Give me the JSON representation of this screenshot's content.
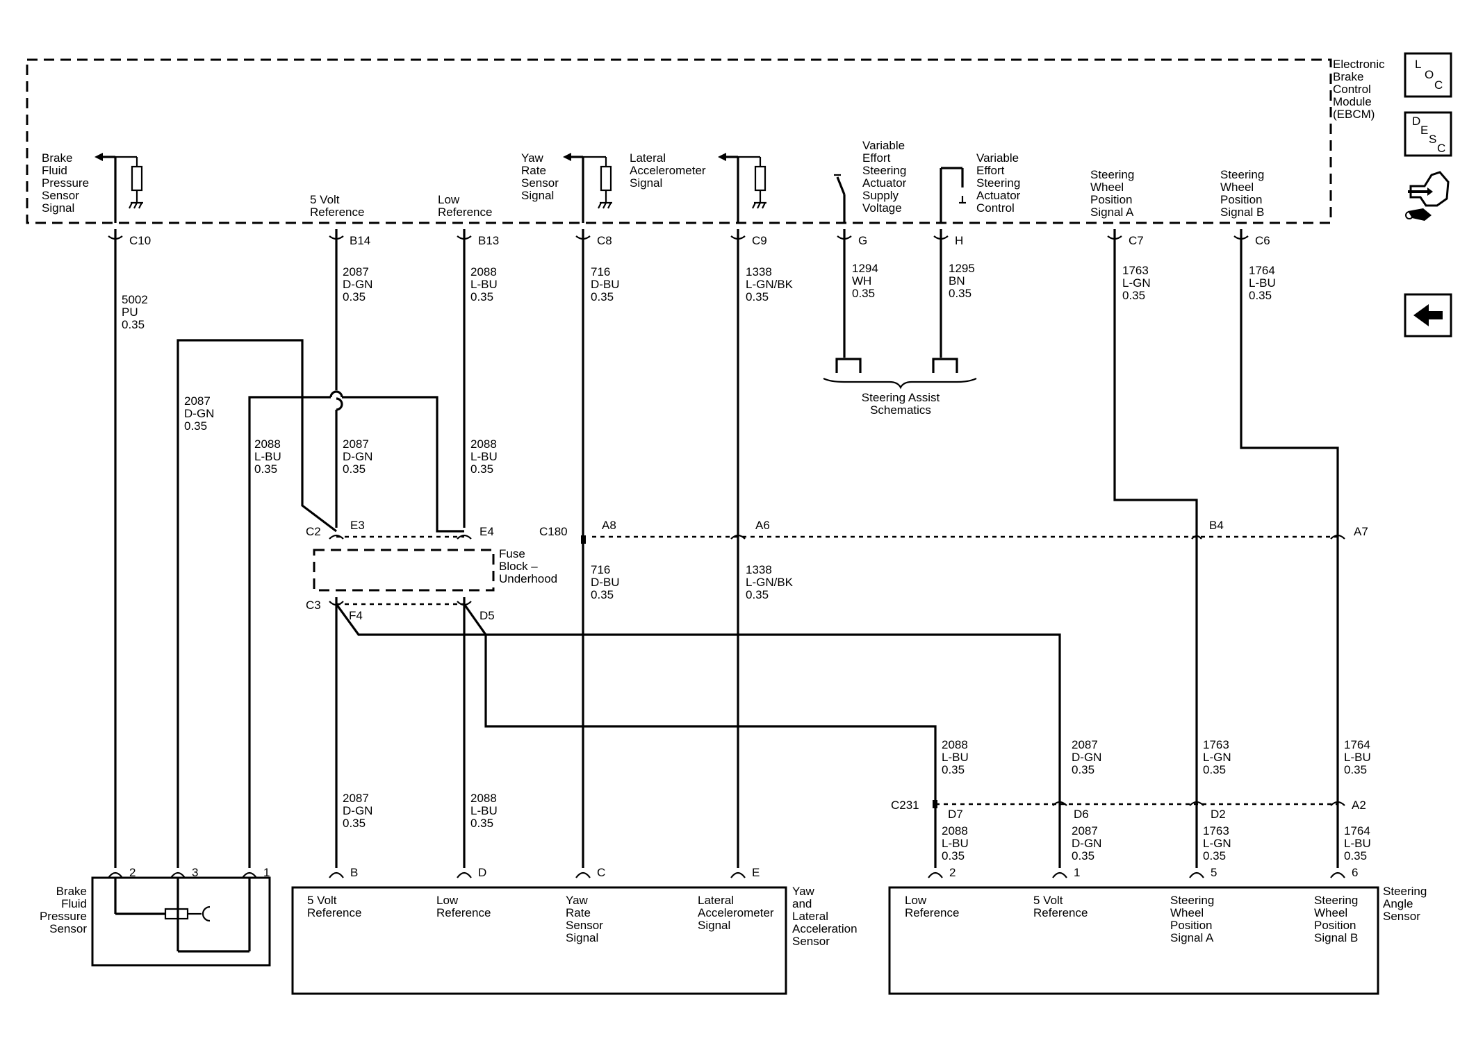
{
  "ebcm": [
    "Electronic",
    "Brake",
    "Control",
    "Module",
    "(EBCM)"
  ],
  "labels": {
    "brake_fluid_signal": [
      "Brake",
      "Fluid",
      "Pressure",
      "Sensor",
      "Signal"
    ],
    "five_volt_ref": [
      "5 Volt",
      "Reference"
    ],
    "low_ref": [
      "Low",
      "Reference"
    ],
    "yaw_rate_signal": [
      "Yaw",
      "Rate",
      "Sensor",
      "Signal"
    ],
    "lateral_accel_signal": [
      "Lateral",
      "Accelerometer",
      "Signal"
    ],
    "ves_supply": [
      "Variable",
      "Effort",
      "Steering",
      "Actuator",
      "Supply",
      "Voltage"
    ],
    "ves_control": [
      "Variable",
      "Effort",
      "Steering",
      "Actuator",
      "Control"
    ],
    "swps_a": [
      "Steering",
      "Wheel",
      "Position",
      "Signal A"
    ],
    "swps_b": [
      "Steering",
      "Wheel",
      "Position",
      "Signal B"
    ],
    "steering_assist": [
      "Steering Assist",
      "Schematics"
    ],
    "fuse_block": [
      "Fuse",
      "Block –",
      "Underhood"
    ]
  },
  "pins": {
    "C10": "C10",
    "B14": "B14",
    "B13": "B13",
    "C8": "C8",
    "C9": "C9",
    "G": "G",
    "H": "H",
    "C7": "C7",
    "C6": "C6",
    "C2": "C2",
    "E3": "E3",
    "E4": "E4",
    "C180": "C180",
    "A8": "A8",
    "A6": "A6",
    "B4": "B4",
    "A7": "A7",
    "C3": "C3",
    "F4": "F4",
    "D5": "D5",
    "C231": "C231",
    "D7": "D7",
    "D6": "D6",
    "D2": "D2",
    "A2": "A2",
    "p2": "2",
    "p3": "3",
    "p1": "1",
    "pB": "B",
    "pD": "D",
    "pC": "C",
    "pE": "E",
    "s2": "2",
    "s1": "1",
    "s5": "5",
    "s6": "6"
  },
  "wires": {
    "w5002": [
      "5002",
      "PU",
      "0.35"
    ],
    "w2087": [
      "2087",
      "D-GN",
      "0.35"
    ],
    "w2088": [
      "2088",
      "L-BU",
      "0.35"
    ],
    "w716": [
      "716",
      "D-BU",
      "0.35"
    ],
    "w1338": [
      "1338",
      "L-GN/BK",
      "0.35"
    ],
    "w1294": [
      "1294",
      "WH",
      "0.35"
    ],
    "w1295": [
      "1295",
      "BN",
      "0.35"
    ],
    "w1763": [
      "1763",
      "L-GN",
      "0.35"
    ],
    "w1764": [
      "1764",
      "L-BU",
      "0.35"
    ]
  },
  "components": {
    "brake_fluid_sensor": [
      "Brake",
      "Fluid",
      "Pressure",
      "Sensor"
    ],
    "yaw_sensor": [
      "Yaw",
      "and",
      "Lateral",
      "Acceleration",
      "Sensor"
    ],
    "yaw_pins": {
      "five_volt": [
        "5 Volt",
        "Reference"
      ],
      "low": [
        "Low",
        "Reference"
      ],
      "yaw": [
        "Yaw",
        "Rate",
        "Sensor",
        "Signal"
      ],
      "lat": [
        "Lateral",
        "Accelerometer",
        "Signal"
      ]
    },
    "steering_angle_sensor": [
      "Steering",
      "Angle",
      "Sensor"
    ],
    "sas_pins": {
      "low": [
        "Low",
        "Reference"
      ],
      "five_volt": [
        "5 Volt",
        "Reference"
      ],
      "a": [
        "Steering",
        "Wheel",
        "Position",
        "Signal A"
      ],
      "b": [
        "Steering",
        "Wheel",
        "Position",
        "Signal B"
      ]
    }
  },
  "nav": {
    "loc": {
      "l": "L",
      "o": "O",
      "c": "C",
      "icon": "loc-icon"
    },
    "desc": {
      "d": "D",
      "e": "E",
      "s": "S",
      "c": "C",
      "icon": "desc-icon"
    },
    "connector_icon": "connector-diagnostic-icon",
    "back_icon": "back-arrow-icon"
  }
}
